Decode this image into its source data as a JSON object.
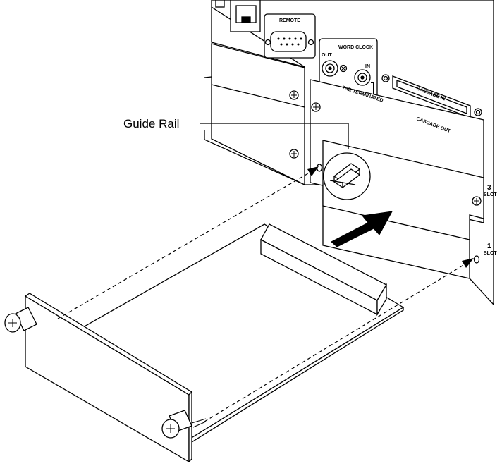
{
  "callout": {
    "guide_rail": "Guide Rail"
  },
  "panel": {
    "remote": "REMOTE",
    "word_clock": "WORD CLOCK",
    "out": "OUT",
    "in": "IN",
    "terminated": "75Ω TERMINATED",
    "cascade_in": "CASCADE IN",
    "cascade_out": "CASCADE OUT",
    "slot3_num": "3",
    "slot1_num": "1",
    "slot_word": "SLOT"
  },
  "colors": {
    "line": "#000000",
    "paper": "#ffffff",
    "shade": "#e8e8e8"
  }
}
